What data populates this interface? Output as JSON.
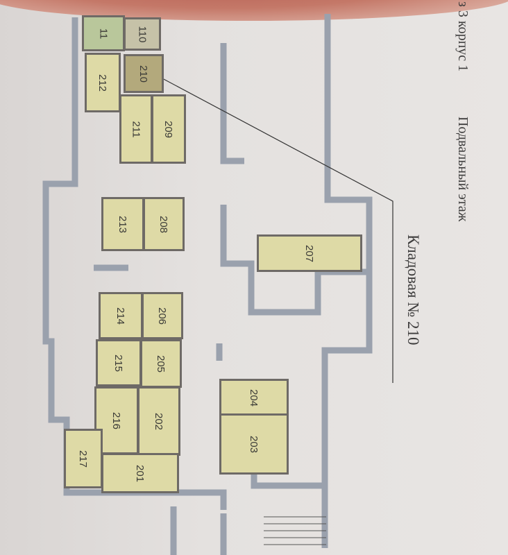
{
  "header": {
    "building": "з 3 корпус 1",
    "floor": "Подвальный этаж"
  },
  "callout": {
    "label": "Кладовая № 210"
  },
  "colors": {
    "room_fill": "#dedaa6",
    "highlighted_room": "#b3a97c",
    "other_section": "#b9c79b",
    "wall": "#9aa1ad"
  },
  "rooms": [
    {
      "label": "11"
    },
    {
      "label": "110"
    },
    {
      "label": "212"
    },
    {
      "label": "210"
    },
    {
      "label": "211"
    },
    {
      "label": "209"
    },
    {
      "label": "213"
    },
    {
      "label": "208"
    },
    {
      "label": "207"
    },
    {
      "label": "214"
    },
    {
      "label": "206"
    },
    {
      "label": "215"
    },
    {
      "label": "205"
    },
    {
      "label": "216"
    },
    {
      "label": "202"
    },
    {
      "label": "217"
    },
    {
      "label": "201"
    },
    {
      "label": "204"
    },
    {
      "label": "203"
    }
  ]
}
